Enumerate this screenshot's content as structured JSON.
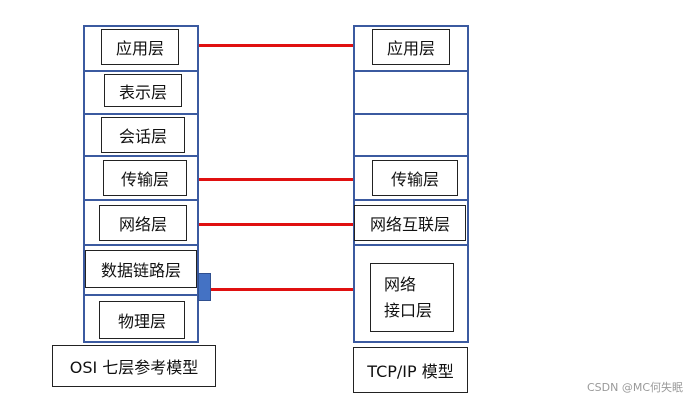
{
  "osi": {
    "layers": [
      "应用层",
      "表示层",
      "会话层",
      "传输层",
      "网络层",
      "数据链路层",
      "物理层"
    ],
    "caption": "OSI 七层参考模型"
  },
  "tcpip": {
    "layers": {
      "application": "应用层",
      "transport": "传输层",
      "internet": "网络互联层",
      "network_access_line1": "网络",
      "network_access_line2": "接口层"
    },
    "caption": "TCP/IP 模型"
  },
  "colors": {
    "frame": "#3b5aa0",
    "link_line": "#e01010",
    "connector": "#4472c4"
  },
  "watermark": "CSDN @MC何失眠"
}
